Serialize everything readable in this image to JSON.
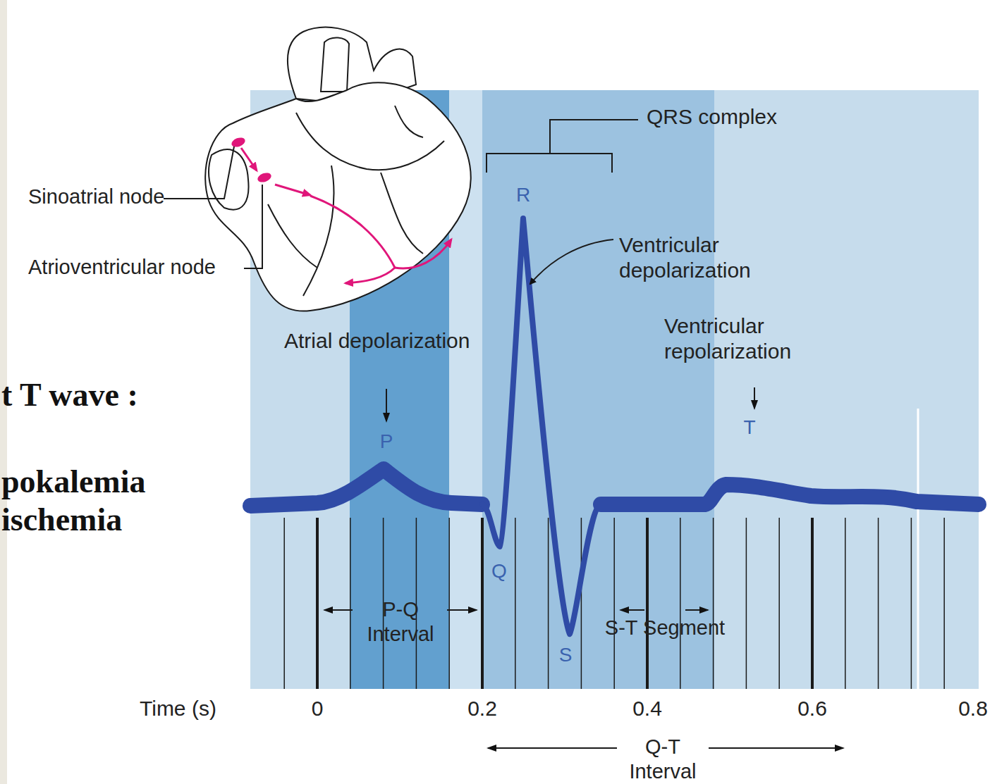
{
  "diagram": {
    "labels": [
      "Sinoatrial node",
      "Atrioventricular node",
      "QRS complex",
      "R",
      "Ventricular depolarization",
      "Atrial depolarization",
      "P",
      "Ventricular repolarization",
      "T",
      "Q",
      "S",
      "P-Q Interval",
      "S-T Segment",
      "Time (s)",
      "0",
      "0.2",
      "0.4",
      "0.6",
      "0.8",
      "Q-T Interval",
      "t T wave :",
      "pokalemia",
      "ischemia"
    ]
  }
}
